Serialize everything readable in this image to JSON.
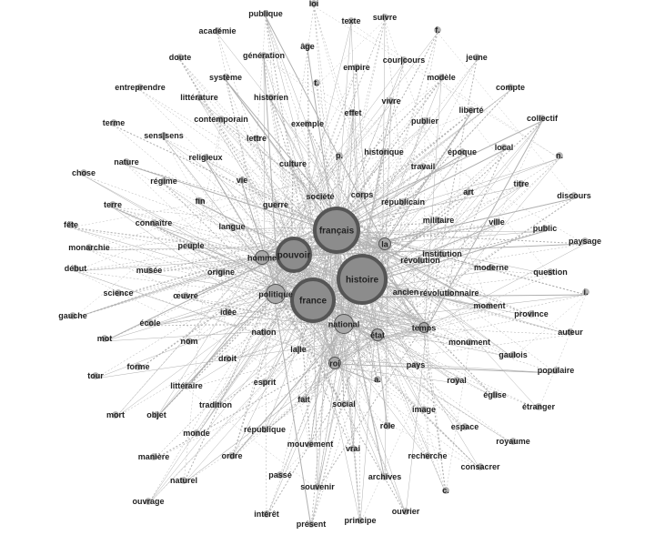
{
  "hubs": [
    "français",
    "histoire",
    "france",
    "pouvoir",
    "national",
    "politique",
    "homme",
    "la",
    "état",
    "roi",
    "temps"
  ],
  "nodes": [
    "loi",
    "publique",
    "texte",
    "suivre",
    "f.",
    "académie",
    "âge",
    "génération",
    "empire",
    "cour|cours",
    "jeune",
    "doute",
    "système",
    "modèle",
    "compte",
    "entreprendre",
    "littérature",
    "historien",
    "t.",
    "vivre",
    "effet",
    "liberté",
    "publier",
    "collectif",
    "terme",
    "contemporain",
    "exemple",
    "sens|sens",
    "lettre",
    "historique",
    "époque",
    "local",
    "n.",
    "nature",
    "religieux",
    "culture",
    "p.",
    "travail",
    "chose",
    "régime",
    "vie",
    "titre",
    "discours",
    "terre",
    "fin",
    "guerre",
    "société",
    "corps",
    "républicain",
    "art",
    "fête",
    "connaître",
    "langue",
    "militaire",
    "ville",
    "public",
    "paysage",
    "monarchie",
    "peuple",
    "institution",
    "révolution",
    "début",
    "musée",
    "origine",
    "moderne",
    "question",
    "science",
    "œuvre",
    "ancien",
    "révolutionnaire",
    "i.",
    "gauche",
    "école",
    "idée",
    "moment",
    "province",
    "mot",
    "nation",
    "auteur",
    "nom",
    "monument",
    "la|le",
    "gaulois",
    "tour",
    "forme",
    "droit",
    "pays",
    "populaire",
    "a.",
    "royal",
    "littéraire",
    "esprit",
    "église",
    "fait",
    "social",
    "image",
    "étranger",
    "mort",
    "objet",
    "tradition",
    "rôle",
    "espace",
    "royaume",
    "monde",
    "république",
    "mouvement",
    "vrai",
    "recherche",
    "consacrer",
    "manière",
    "ordre",
    "passé",
    "archives",
    "c.",
    "naturel",
    "souvenir",
    "ouvrage",
    "intérêt",
    "ouvrier",
    "présent",
    "principe"
  ],
  "colors": {
    "hub_fill": "#8c8c8c",
    "hub_stroke": "#555555",
    "node_fill": "#b4b4b4",
    "edge": "#b0b0b0",
    "label": "#222222"
  }
}
